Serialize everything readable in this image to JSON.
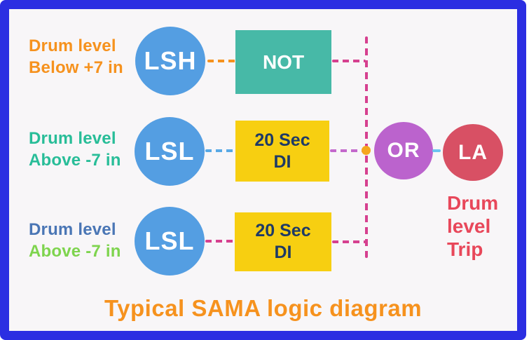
{
  "frame": {
    "border_color": "#2b2ee2",
    "background_color": "#f8f6f8"
  },
  "title": {
    "text": "Typical SAMA logic diagram",
    "color": "#f6921e"
  },
  "rows": [
    {
      "label": {
        "line1": "Drum level",
        "line2": "Below +7 in",
        "line1_color": "#f6921e",
        "line2_color": "#f6921e"
      },
      "sensor": {
        "label": "LSH",
        "fill": "#549ee2"
      },
      "block": {
        "line1": "NOT",
        "line2": "",
        "fill": "#47b9a7",
        "text_color": "#ffffff"
      },
      "connector_in_color": "#f6921e",
      "connector_out_color": "#d6408f"
    },
    {
      "label": {
        "line1": "Drum level",
        "line2": "Above -7 in",
        "line1_color": "#28bd98",
        "line2_color": "#28bd98"
      },
      "sensor": {
        "label": "LSL",
        "fill": "#549ee2"
      },
      "block": {
        "line1": "20 Sec",
        "line2": "DI",
        "fill": "#f7cf11",
        "text_color": "#1e3a66"
      },
      "connector_in_color": "#58a9e6",
      "connector_out_color": "#c468cc"
    },
    {
      "label": {
        "line1": "Drum level",
        "line2": "Above -7 in",
        "line1_color": "#4a76b5",
        "line2_color": "#7ed44e"
      },
      "sensor": {
        "label": "LSL",
        "fill": "#549ee2"
      },
      "block": {
        "line1": "20 Sec",
        "line2": "DI",
        "fill": "#f7cf11",
        "text_color": "#1e3a66"
      },
      "connector_in_color": "#d6408f",
      "connector_out_color": "#d6408f"
    }
  ],
  "bus": {
    "line_color": "#d6408f",
    "junction_color": "#f5a61d"
  },
  "gate": {
    "label": "OR",
    "fill": "#bb63cd",
    "link_color": "#6cc4f0"
  },
  "output": {
    "label": "LA",
    "fill": "#d85064"
  },
  "output_caption": {
    "line1": "Drum",
    "line2": "level",
    "line3": "Trip",
    "color": "#e8475a"
  }
}
